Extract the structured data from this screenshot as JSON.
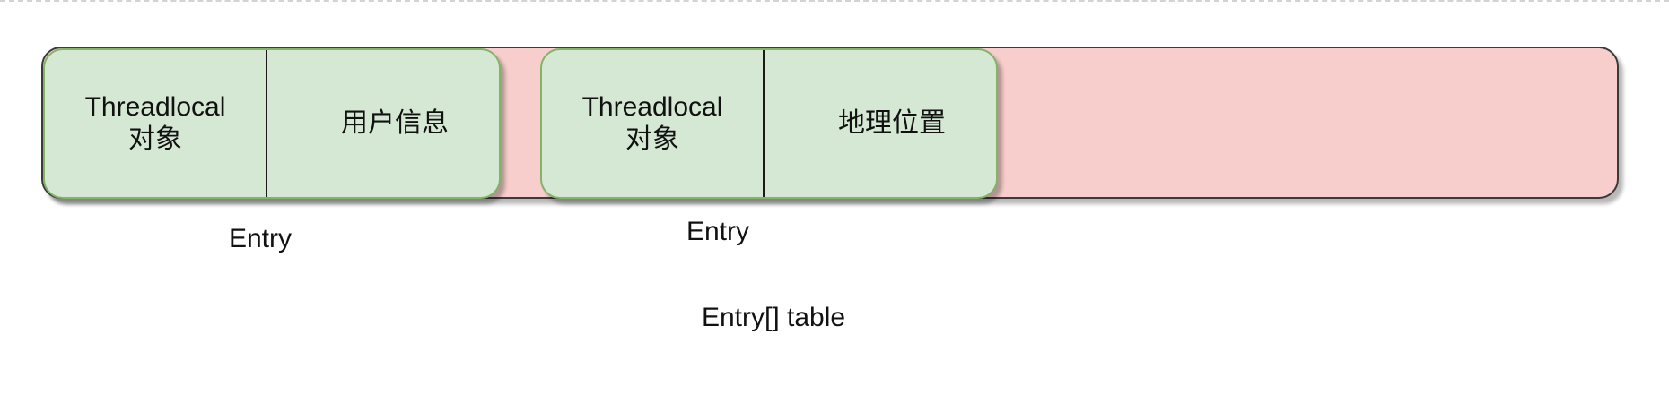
{
  "diagram": {
    "entries": [
      {
        "key_line1": "Threadlocal",
        "key_line2": "对象",
        "value": "用户信息",
        "caption": "Entry"
      },
      {
        "key_line1": "Threadlocal",
        "key_line2": "对象",
        "value": "地理位置",
        "caption": "Entry"
      }
    ],
    "table_caption": "Entry[] table",
    "colors": {
      "table_fill": "#f8cecc",
      "table_border": "#3a3a3a",
      "entry_fill": "#d5e8d4",
      "entry_border": "#82b366"
    }
  }
}
